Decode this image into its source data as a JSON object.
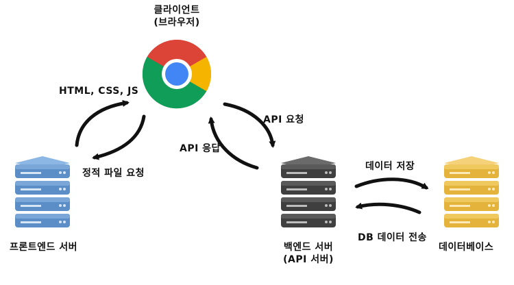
{
  "client": {
    "title_line1": "클라이언트",
    "title_line2": "(브라우저)",
    "icon": "chrome-browser-icon"
  },
  "frontend": {
    "label": "프론트엔드 서버",
    "icon": "server-icon",
    "color": "#5b8ec7"
  },
  "backend": {
    "label_line1": "백엔드 서버",
    "label_line2": "(API 서버)",
    "icon": "server-icon",
    "color": "#444444"
  },
  "database": {
    "label": "데이터베이스",
    "icon": "server-icon",
    "color": "#e3b33c"
  },
  "arrows": {
    "html_css_js": "HTML, CSS, JS",
    "static_file_request": "정적 파일 요청",
    "api_request": "API 요청",
    "api_response": "API 응답",
    "data_store": "데이터 저장",
    "db_data_transfer": "DB 데이터 전송"
  }
}
